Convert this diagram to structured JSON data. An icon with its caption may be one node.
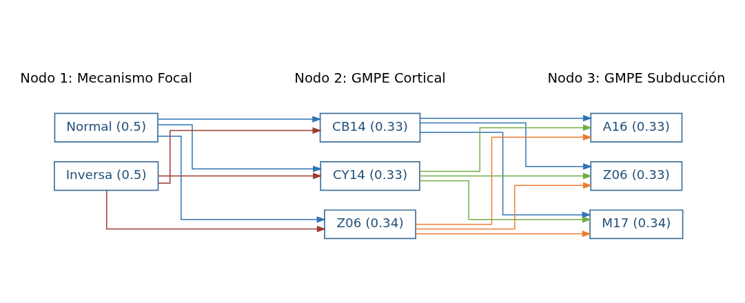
{
  "diagram": {
    "nodes": [
      {
        "text": [
          "Normal (0.5)"
        ]
      },
      {
        "text": [
          "Inversa (0.5)"
        ]
      },
      {
        "text": [
          "CB14 (0.33)"
        ]
      },
      {
        "text": [
          "CY14 (0.33)"
        ]
      },
      {
        "text": [
          "Z06 (0.34)"
        ]
      },
      {
        "text": [
          "A16 (0.33)"
        ]
      },
      {
        "text": [
          "Z06 (0.33)"
        ]
      },
      {
        "text": [
          "M17 (0.34)"
        ]
      }
    ],
    "edges": [
      {
        "from": 0,
        "to": 2,
        "arrow": "to",
        "color": "#2e75b6"
      },
      {
        "from": 0,
        "to": 3,
        "arrow": "to",
        "color": "#2e75b6"
      },
      {
        "from": 0,
        "to": 4,
        "arrow": "to",
        "color": "#2e75b6"
      },
      {
        "from": 1,
        "to": 2,
        "arrow": "to",
        "color": "#9e3b32"
      },
      {
        "from": 1,
        "to": 3,
        "arrow": "to",
        "color": "#9e3b32"
      },
      {
        "from": 1,
        "to": 4,
        "arrow": "to",
        "color": "#9e3b32"
      },
      {
        "from": 2,
        "to": 5,
        "arrow": "to",
        "color": "#2e75b6"
      },
      {
        "from": 2,
        "to": 6,
        "arrow": "to",
        "color": "#2e75b6"
      },
      {
        "from": 2,
        "to": 7,
        "arrow": "to",
        "color": "#2e75b6"
      },
      {
        "from": 3,
        "to": 5,
        "arrow": "to",
        "color": "#70ad47"
      },
      {
        "from": 3,
        "to": 6,
        "arrow": "to",
        "color": "#70ad47"
      },
      {
        "from": 3,
        "to": 7,
        "arrow": "to",
        "color": "#70ad47"
      },
      {
        "from": 4,
        "to": 5,
        "arrow": "to",
        "color": "#ed7d31"
      },
      {
        "from": 4,
        "to": 6,
        "arrow": "to",
        "color": "#ed7d31"
      },
      {
        "from": 4,
        "to": 7,
        "arrow": "to",
        "color": "#ed7d31"
      }
    ],
    "labels": [
      "Nodo 1: Mecanismo Focal",
      "Nodo 2: GMPE Cortical",
      "Nodo 3: GMPE Subducción"
    ]
  }
}
